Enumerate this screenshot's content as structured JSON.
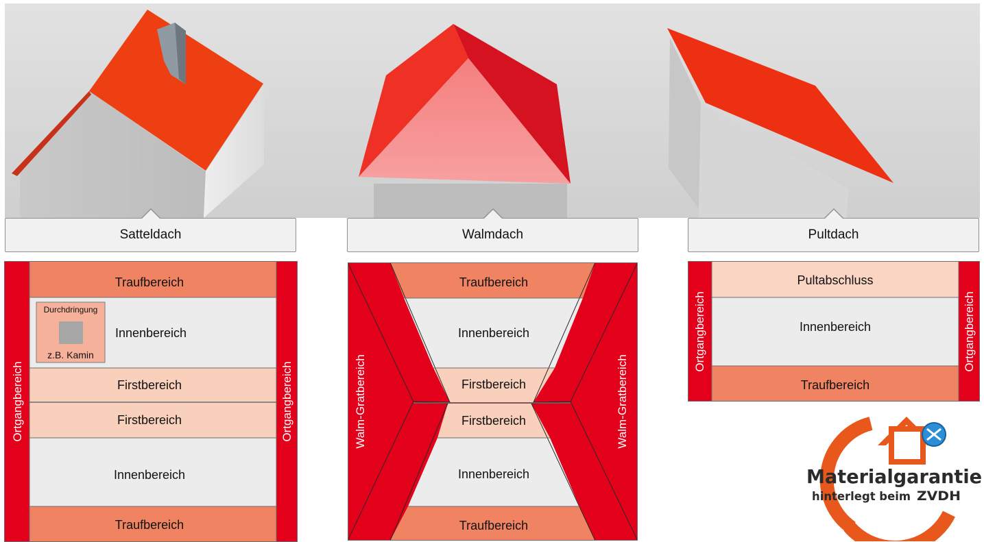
{
  "roof_types": {
    "satteldach": "Satteldach",
    "walmdach": "Walmdach",
    "pultdach": "Pultdach"
  },
  "zones": {
    "traufbereich": "Traufbereich",
    "innenbereich": "Innenbereich",
    "firstbereich": "Firstbereich",
    "ortgangbereich": "Ortgangbereich",
    "walm_gratbereich": "Walm-Gratbereich",
    "pultabschluss": "Pultabschluss",
    "durchdringung": "Durchdringung",
    "kamin_example": "z.B. Kamin"
  },
  "badge": {
    "title": "Materialgarantie",
    "subtitle": "hinterlegt beim",
    "org": "ZVDH"
  },
  "colors": {
    "traufbereich": "#f08462",
    "innenbereich": "#ececec",
    "firstbereich": "#f9d0bb",
    "ortgang_grat": "#e2001a",
    "pultabschluss": "#fbd5c3",
    "durchdringung": "#f6b19a",
    "roof_red": "#ee3f12",
    "badge_ring": "#e8581c"
  }
}
